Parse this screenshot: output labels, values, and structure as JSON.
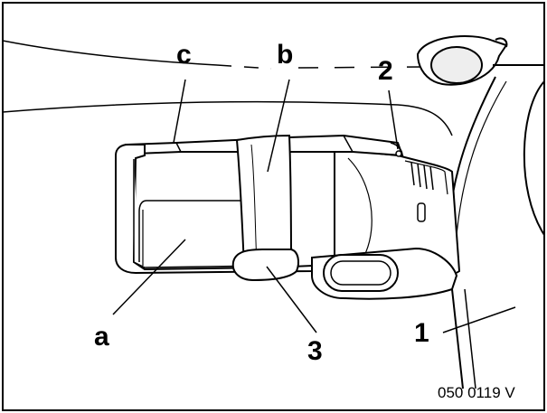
{
  "figure": {
    "labels": {
      "a": "a",
      "b": "b",
      "c": "c",
      "n1": "1",
      "n2": "2",
      "n3": "3"
    },
    "figure_code": "050 0119 V",
    "colors": {
      "stroke": "#000000",
      "background": "#ffffff",
      "shade": "#e6e6e6"
    }
  }
}
